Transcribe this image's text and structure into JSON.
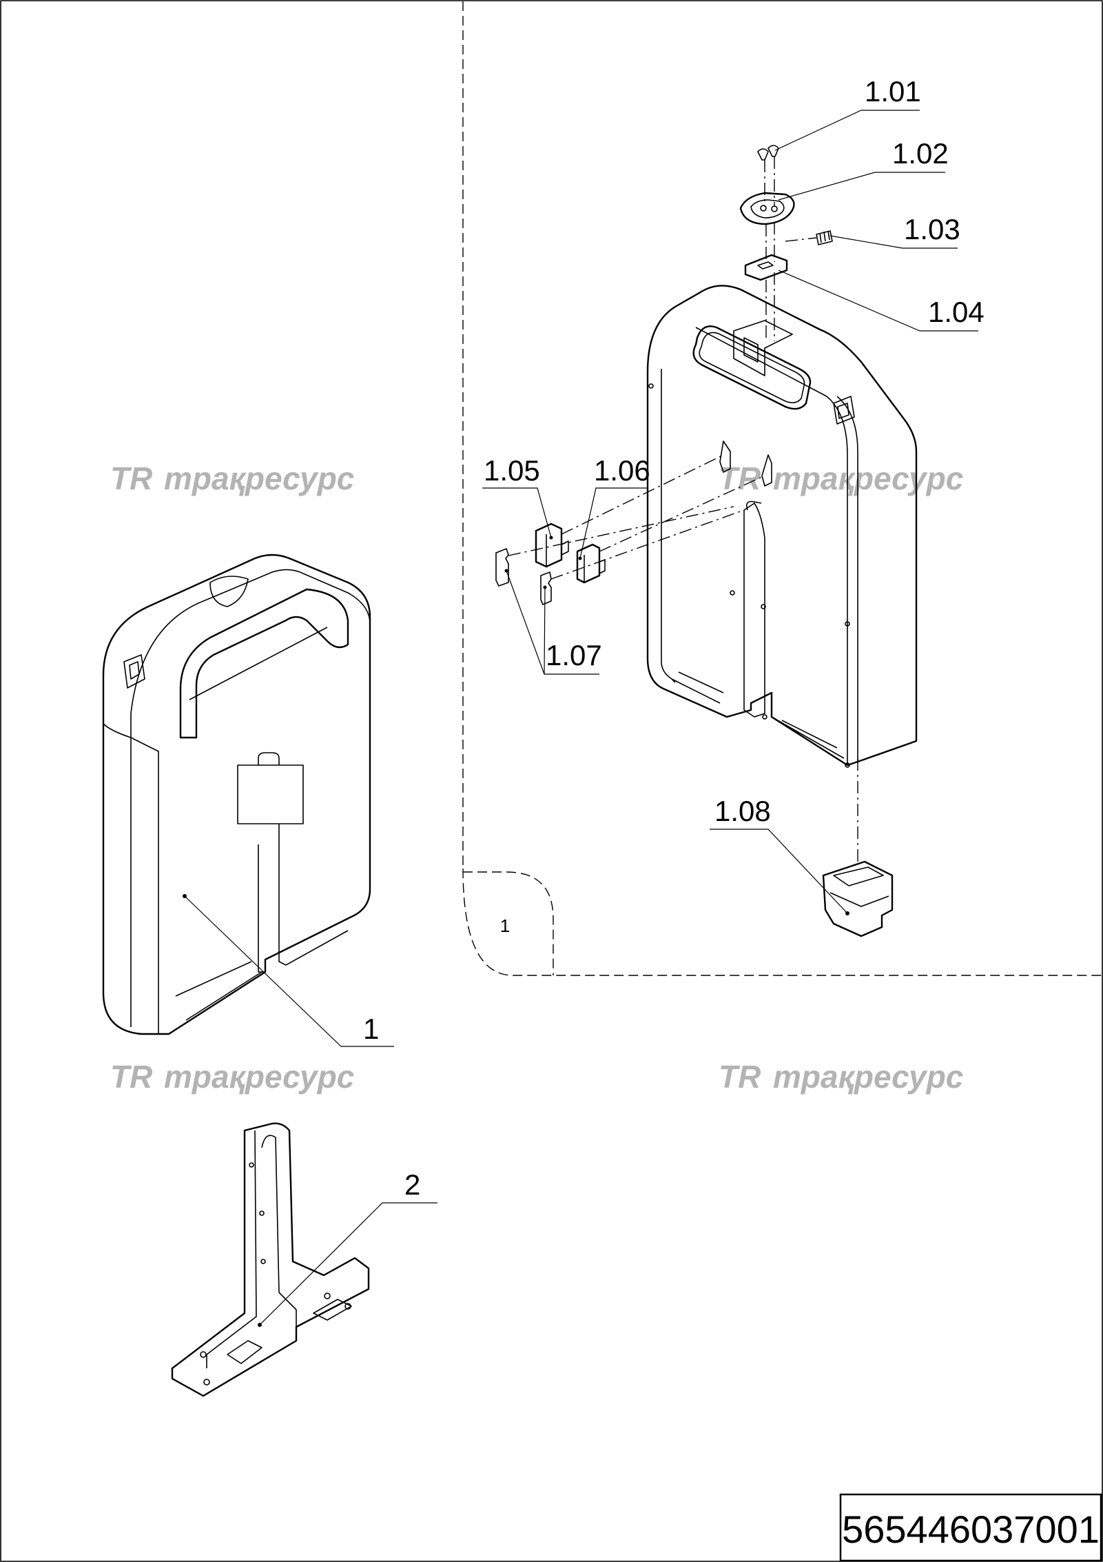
{
  "drawing": {
    "part_number": "565446037001",
    "watermark_text": "трақресурс",
    "watermark_logo_letters": "TR",
    "detail_view_label": "1",
    "callouts": [
      {
        "id": "c1",
        "label": "1"
      },
      {
        "id": "c2",
        "label": "2"
      },
      {
        "id": "c101",
        "label": "1.01"
      },
      {
        "id": "c102",
        "label": "1.02"
      },
      {
        "id": "c103",
        "label": "1.03"
      },
      {
        "id": "c104",
        "label": "1.04"
      },
      {
        "id": "c105",
        "label": "1.05"
      },
      {
        "id": "c106",
        "label": "1.06"
      },
      {
        "id": "c107",
        "label": "1.07"
      },
      {
        "id": "c108",
        "label": "1.08"
      }
    ]
  }
}
